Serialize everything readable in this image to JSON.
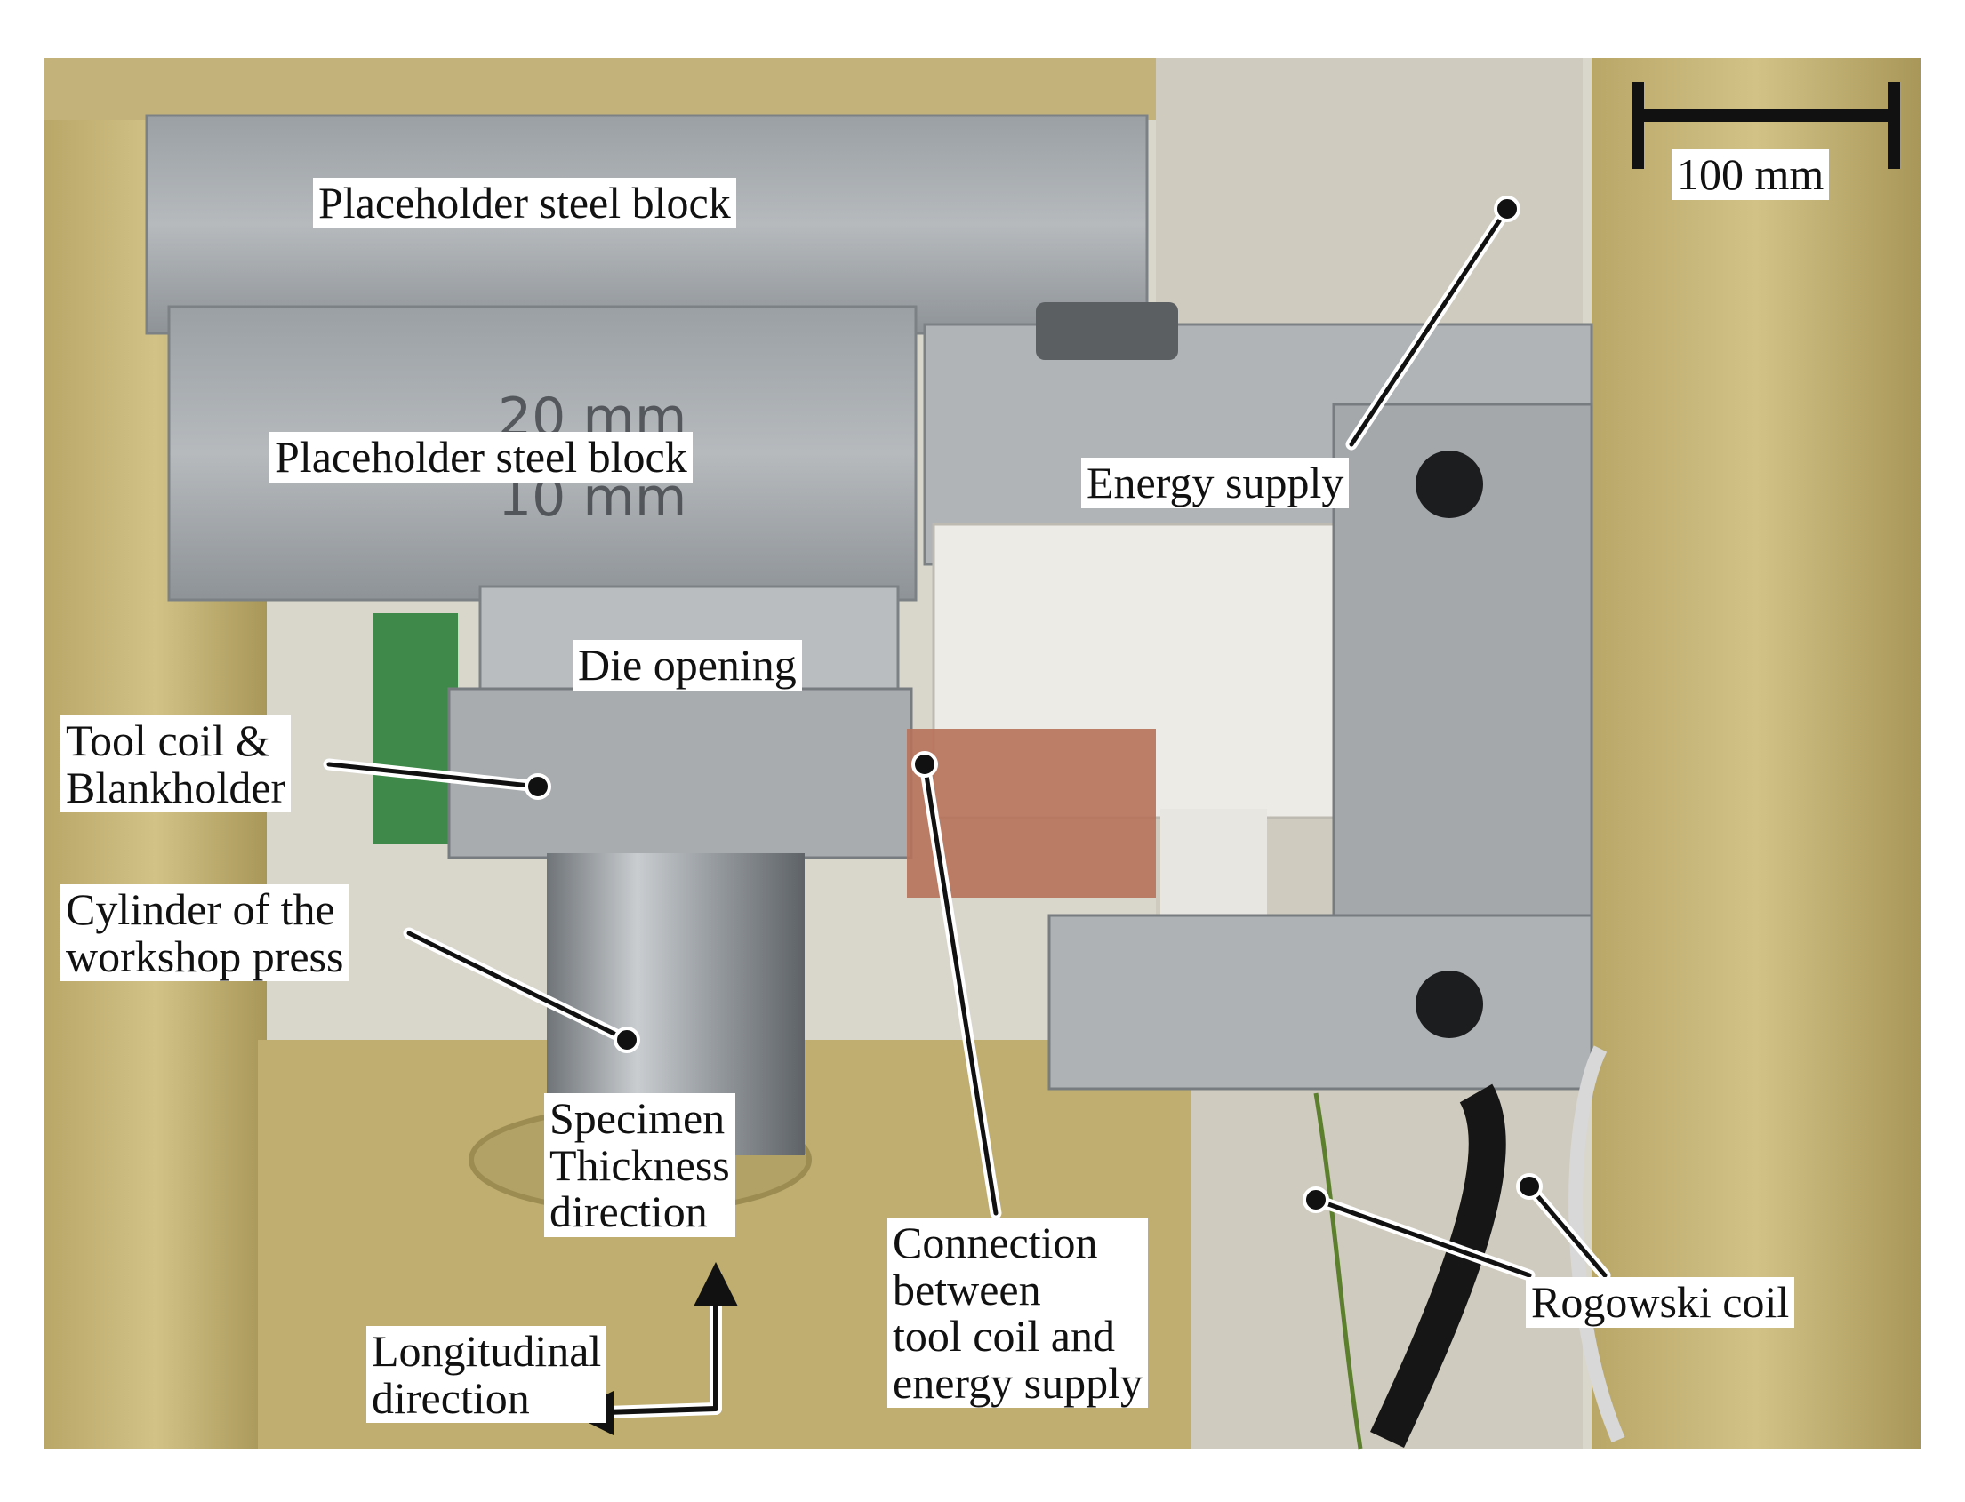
{
  "labels": {
    "placeholder_top": "Placeholder steel block",
    "placeholder_mid": "Placeholder steel block",
    "energy_supply": "Energy supply",
    "die_opening": "Die opening",
    "tool_coil": "Tool coil &\nBlankholder",
    "cylinder": "Cylinder of the\nworkshop press",
    "specimen_thickness": "Specimen\nThickness\ndirection",
    "connection": "Connection\nbetween\ntool coil and\nenergy supply",
    "longitudinal": "Longitudinal\ndirection",
    "rogowski": "Rogowski coil",
    "scale_bar": "100 mm"
  },
  "handwriting": [
    "20 mm",
    "10 mm"
  ],
  "colors": {
    "frame_yellow": "#c8b77a",
    "steel": "#a9adb0",
    "white_block": "#eceae4",
    "copper": "#b7725a",
    "annotation": "#111111"
  }
}
